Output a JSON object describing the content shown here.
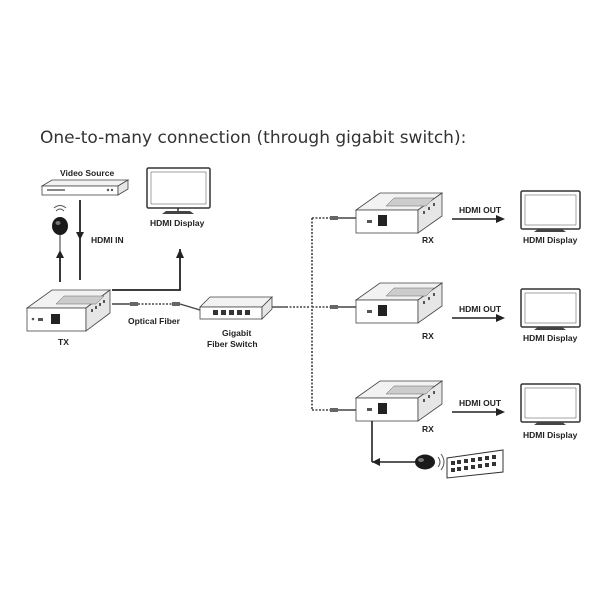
{
  "title": "One-to-many connection (through gigabit switch):",
  "labels": {
    "video_source": "Video Source",
    "hdmi_display_top": "HDMI Display",
    "hdmi_in": "HDMI IN",
    "tx": "TX",
    "optical_fiber": "Optical Fiber",
    "switch_line1": "Gigabit",
    "switch_line2": "Fiber Switch",
    "rx": "RX",
    "hdmi_out": "HDMI OUT",
    "hdmi_display": "HDMI Display"
  },
  "receivers": [
    {
      "rx": "RX",
      "out": "HDMI OUT",
      "display": "HDMI Display"
    },
    {
      "rx": "RX",
      "out": "HDMI OUT",
      "display": "HDMI Display"
    },
    {
      "rx": "RX",
      "out": "HDMI OUT",
      "display": "HDMI Display"
    }
  ],
  "icons": [
    "ir-sensor-icon",
    "remote-control-icon",
    "arrow-icon"
  ]
}
